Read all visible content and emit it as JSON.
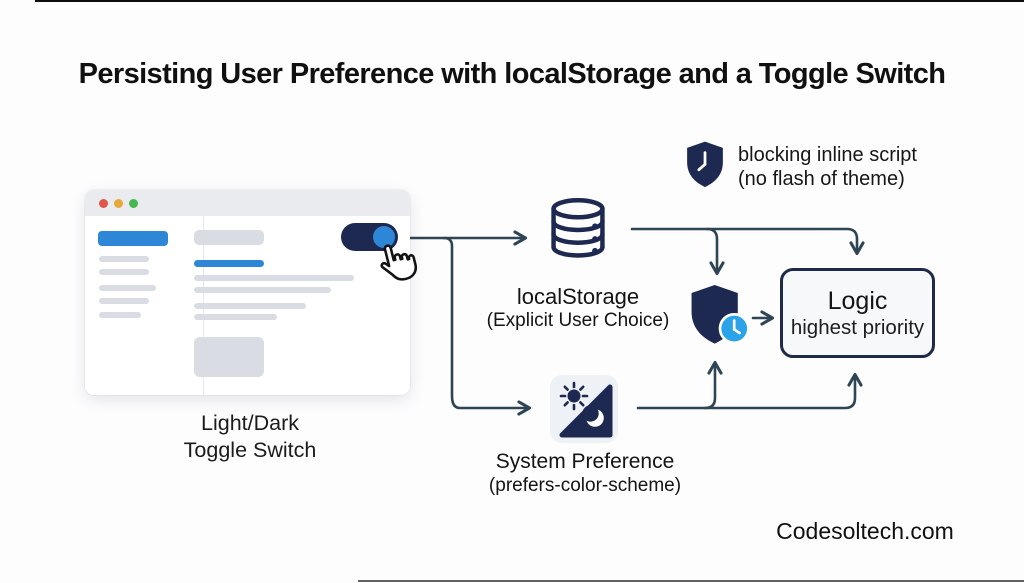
{
  "title": "Persisting User Preference with localStorage and a Toggle Switch",
  "colors": {
    "navy": "#1d2951",
    "accent-blue": "#2e86d6",
    "light-blue": "#2ba3e8",
    "arrow": "#2e4555",
    "placeholder": "#d9dde3",
    "traffic-red": "#e0564a",
    "traffic-yellow": "#e6a939",
    "traffic-green": "#43b94f"
  },
  "browser_mock": {
    "label_line1": "Light/Dark",
    "label_line2": "Toggle Switch",
    "toggle_state": "on"
  },
  "nodes": {
    "local_storage": {
      "title": "localStorage",
      "subtitle": "(Explicit User Choice)"
    },
    "system_preference": {
      "title": "System Preference",
      "subtitle": "(prefers-color-scheme)"
    },
    "logic": {
      "title": "Logic",
      "subtitle": "highest priority"
    }
  },
  "annotations": {
    "blocking_note": {
      "line1": "blocking inline script",
      "line2": "(no flash of theme)"
    }
  },
  "icons": [
    "database-icon",
    "shield-clock-icon",
    "shield-clock-merge-icon",
    "sun-moon-icon",
    "cursor-pointer-icon",
    "traffic-light-icons",
    "toggle-switch"
  ],
  "watermark": "Codesoltech.com"
}
